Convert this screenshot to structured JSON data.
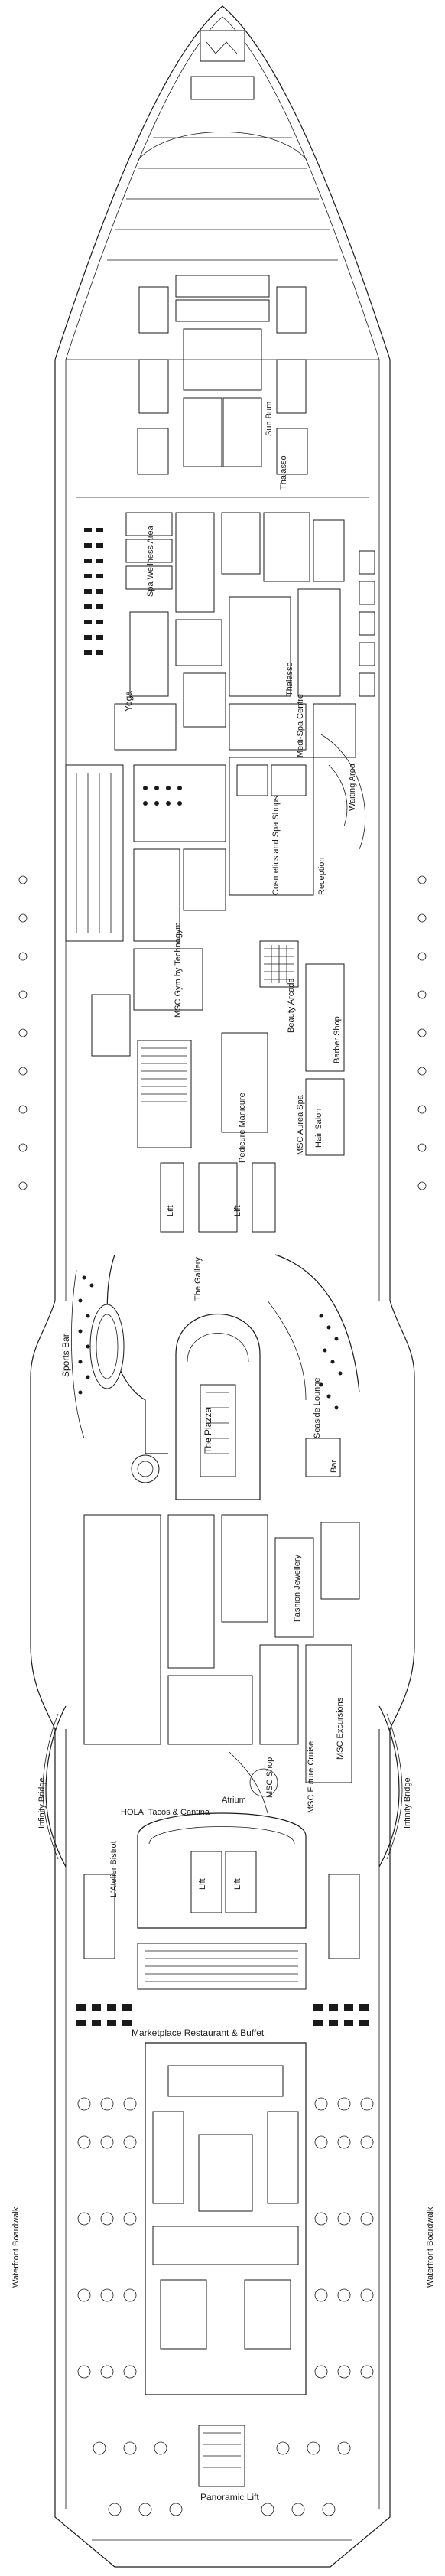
{
  "deck": {
    "labels": {
      "sun_bum": "Sun Bum",
      "thalasso_upper": "Thalasso",
      "spa_wellness_area": "Spa Wellness Area",
      "thalasso_lower": "Thalasso",
      "yoga": "Yoga",
      "medi_spa_centre": "Medi-Spa Centre",
      "waiting_area": "Waiting Area",
      "cosmetics_spa_shops": "Cosmetics and Spa Shops",
      "reception": "Reception",
      "msc_gym": "MSC Gym by Technogym",
      "beauty_arcade": "Beauty Arcade",
      "barber_shop": "Barber Shop",
      "pedicure_manicure": "Pedicure Manicure",
      "msc_aurea_spa": "MSC Aurea Spa",
      "hair_salon": "Hair Salon",
      "lift_1": "Lift",
      "lift_2": "Lift",
      "the_gallery": "The Gallery",
      "sports_bar": "Sports Bar",
      "the_piazza": "The Piazza",
      "seaside_lounge": "Seaside Lounge",
      "bar": "Bar",
      "fashion_jewellery": "Fashion Jewellery",
      "msc_shop": "MSC Shop",
      "msc_future_cruise": "MSC Future Cruise",
      "msc_excursions": "MSC Excursions",
      "infinity_bridge_left": "Infinity Bridge",
      "infinity_bridge_right": "Infinity Bridge",
      "hola_tacos_cantina": "HOLA! Tacos & Cantina",
      "atrium": "Atrium",
      "latelier_bistrot": "L'Atelier Bistrot",
      "lift_3": "Lift",
      "lift_4": "Lift",
      "marketplace_restaurant": "Marketplace Restaurant & Buffet",
      "waterfront_boardwalk_left": "Waterfront Boardwalk",
      "waterfront_boardwalk_right": "Waterfront Boardwalk",
      "panoramic_lift": "Panoramic Lift"
    },
    "colors": {
      "ink": "#1a1a1a",
      "paper": "#ffffff"
    }
  }
}
